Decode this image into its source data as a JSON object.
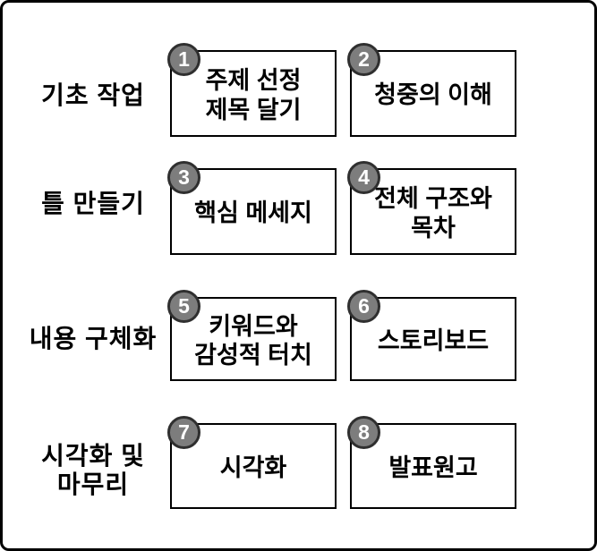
{
  "diagram": {
    "title_implied": "",
    "colors": {
      "background": "#ffffff",
      "frame_border": "#000000",
      "box_border": "#000000",
      "text": "#000000",
      "badge_fill": "#7d7d7d",
      "badge_outline": "#2f2f2f",
      "badge_number": "#ffffff"
    },
    "rows": [
      {
        "label": "기초 작업",
        "boxes": [
          {
            "num": "1",
            "text": "주제 선정\n제목 달기"
          },
          {
            "num": "2",
            "text": "청중의 이해"
          }
        ]
      },
      {
        "label": "틀 만들기",
        "boxes": [
          {
            "num": "3",
            "text": "핵심 메세지"
          },
          {
            "num": "4",
            "text": "전체 구조와\n목차"
          }
        ]
      },
      {
        "label": "내용 구체화",
        "boxes": [
          {
            "num": "5",
            "text": "키워드와\n감성적 터치"
          },
          {
            "num": "6",
            "text": "스토리보드"
          }
        ]
      },
      {
        "label": "시각화 및\n마무리",
        "boxes": [
          {
            "num": "7",
            "text": "시각화"
          },
          {
            "num": "8",
            "text": "발표원고"
          }
        ]
      }
    ]
  }
}
